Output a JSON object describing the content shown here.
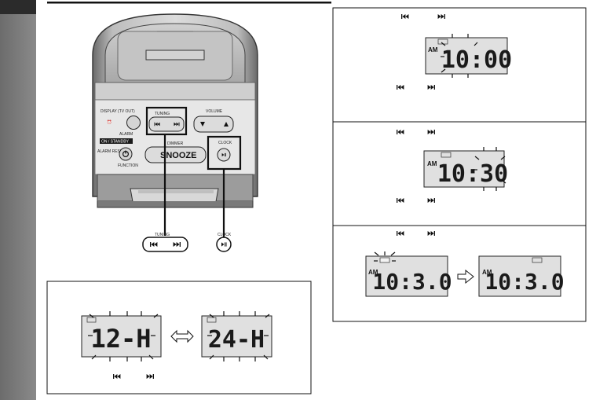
{
  "device": {
    "labels": {
      "display_tv_out": "DISPLAY (TV OUT)",
      "tuning": "TUNING",
      "volume": "VOLUME",
      "alarm": "ALARM",
      "on_standby": "ON / STANDBY",
      "alarm_reset": "ALARM RESET",
      "function": "FUNCTION",
      "dimmer": "DIMMER",
      "snooze": "SNOOZE",
      "clock": "CLOCK"
    }
  },
  "callout": {
    "tuning": "TUNING",
    "clock": "CLOCK"
  },
  "mode_box": {
    "lcd_left": "12-H",
    "lcd_right": "24-H"
  },
  "steps": {
    "hour": {
      "am": "AM",
      "time": "10:00"
    },
    "minute": {
      "am": "AM",
      "time": "10:30"
    },
    "final": {
      "am": "AM",
      "time_blink": "10:3.0",
      "time_set": "10:3.0"
    }
  },
  "icons": {
    "prev": "skip-back-icon",
    "next": "skip-forward-icon",
    "play_pause": "play-pause-icon",
    "swap": "double-arrow-icon",
    "next_step": "right-arrow-icon"
  }
}
